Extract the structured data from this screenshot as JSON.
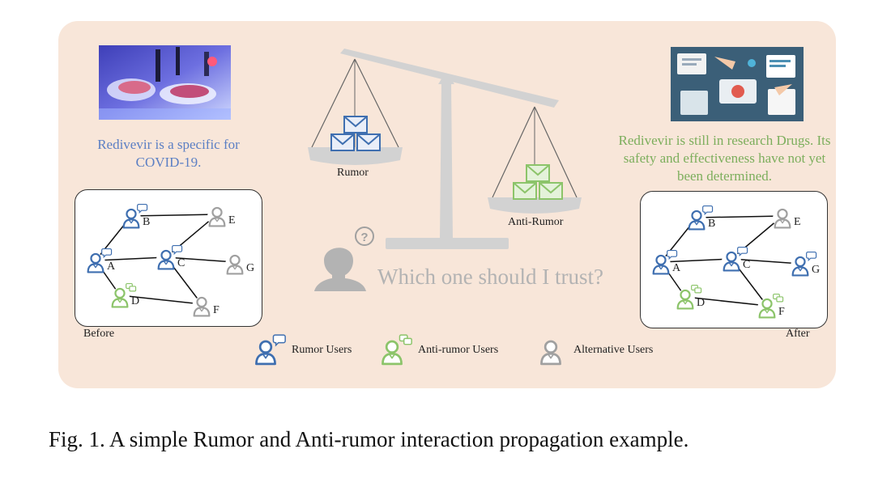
{
  "figure": {
    "caption": "Fig. 1.   A simple Rumor and Anti-rumor interaction propagation example."
  },
  "claims": {
    "rumor": "Redivevir is a specific for COVID-19.",
    "anti_rumor": "Redivevir is still in research Drugs. Its safety and effectiveness have not yet been determined."
  },
  "scale": {
    "left_label": "Rumor",
    "right_label": "Anti-Rumor",
    "question": "Which one should I trust?"
  },
  "networks": {
    "before": {
      "label": "Before",
      "nodes": [
        {
          "id": "A",
          "type": "rumor"
        },
        {
          "id": "B",
          "type": "rumor"
        },
        {
          "id": "C",
          "type": "rumor"
        },
        {
          "id": "D",
          "type": "anti-rumor"
        },
        {
          "id": "E",
          "type": "alternative"
        },
        {
          "id": "F",
          "type": "alternative"
        },
        {
          "id": "G",
          "type": "alternative"
        }
      ],
      "edges": [
        [
          "A",
          "B"
        ],
        [
          "B",
          "E"
        ],
        [
          "A",
          "C"
        ],
        [
          "C",
          "E"
        ],
        [
          "C",
          "G"
        ],
        [
          "A",
          "D"
        ],
        [
          "C",
          "F"
        ],
        [
          "D",
          "F"
        ]
      ]
    },
    "after": {
      "label": "After",
      "nodes": [
        {
          "id": "A",
          "type": "rumor"
        },
        {
          "id": "B",
          "type": "rumor"
        },
        {
          "id": "C",
          "type": "rumor"
        },
        {
          "id": "D",
          "type": "anti-rumor"
        },
        {
          "id": "E",
          "type": "alternative"
        },
        {
          "id": "F",
          "type": "anti-rumor"
        },
        {
          "id": "G",
          "type": "rumor"
        }
      ],
      "edges": [
        [
          "A",
          "B"
        ],
        [
          "B",
          "E"
        ],
        [
          "A",
          "C"
        ],
        [
          "C",
          "E"
        ],
        [
          "C",
          "G"
        ],
        [
          "A",
          "D"
        ],
        [
          "C",
          "F"
        ],
        [
          "D",
          "F"
        ]
      ]
    }
  },
  "legend": [
    {
      "label": "Rumor Users",
      "type": "rumor"
    },
    {
      "label": "Anti-rumor Users",
      "type": "anti-rumor"
    },
    {
      "label": "Alternative Users",
      "type": "alternative"
    }
  ],
  "colors": {
    "rumor": "#3f6fb0",
    "anti-rumor": "#8cc46a",
    "alternative": "#a0a0a0",
    "panel": "#f8e6d9",
    "scale": "#d2d2d2"
  }
}
